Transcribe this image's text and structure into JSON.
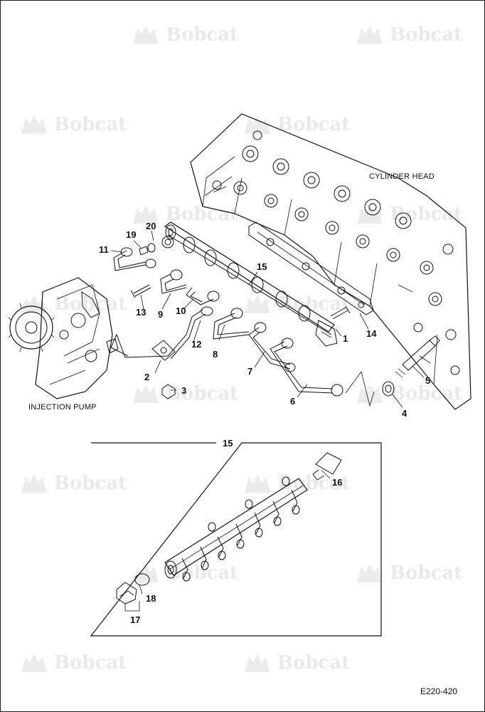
{
  "watermark": {
    "brand": "Bobcat",
    "icon": "bobcat-logo-icon"
  },
  "captions": {
    "cylinder_head": "CYLINDER HEAD",
    "injection_pump": "INJECTION PUMP",
    "detail_number": "15"
  },
  "callouts": [
    "1",
    "2",
    "3",
    "4",
    "5",
    "6",
    "7",
    "8",
    "9",
    "10",
    "11",
    "12",
    "13",
    "14",
    "15",
    "16",
    "17",
    "18",
    "19",
    "20"
  ],
  "document_code": "E220-420"
}
